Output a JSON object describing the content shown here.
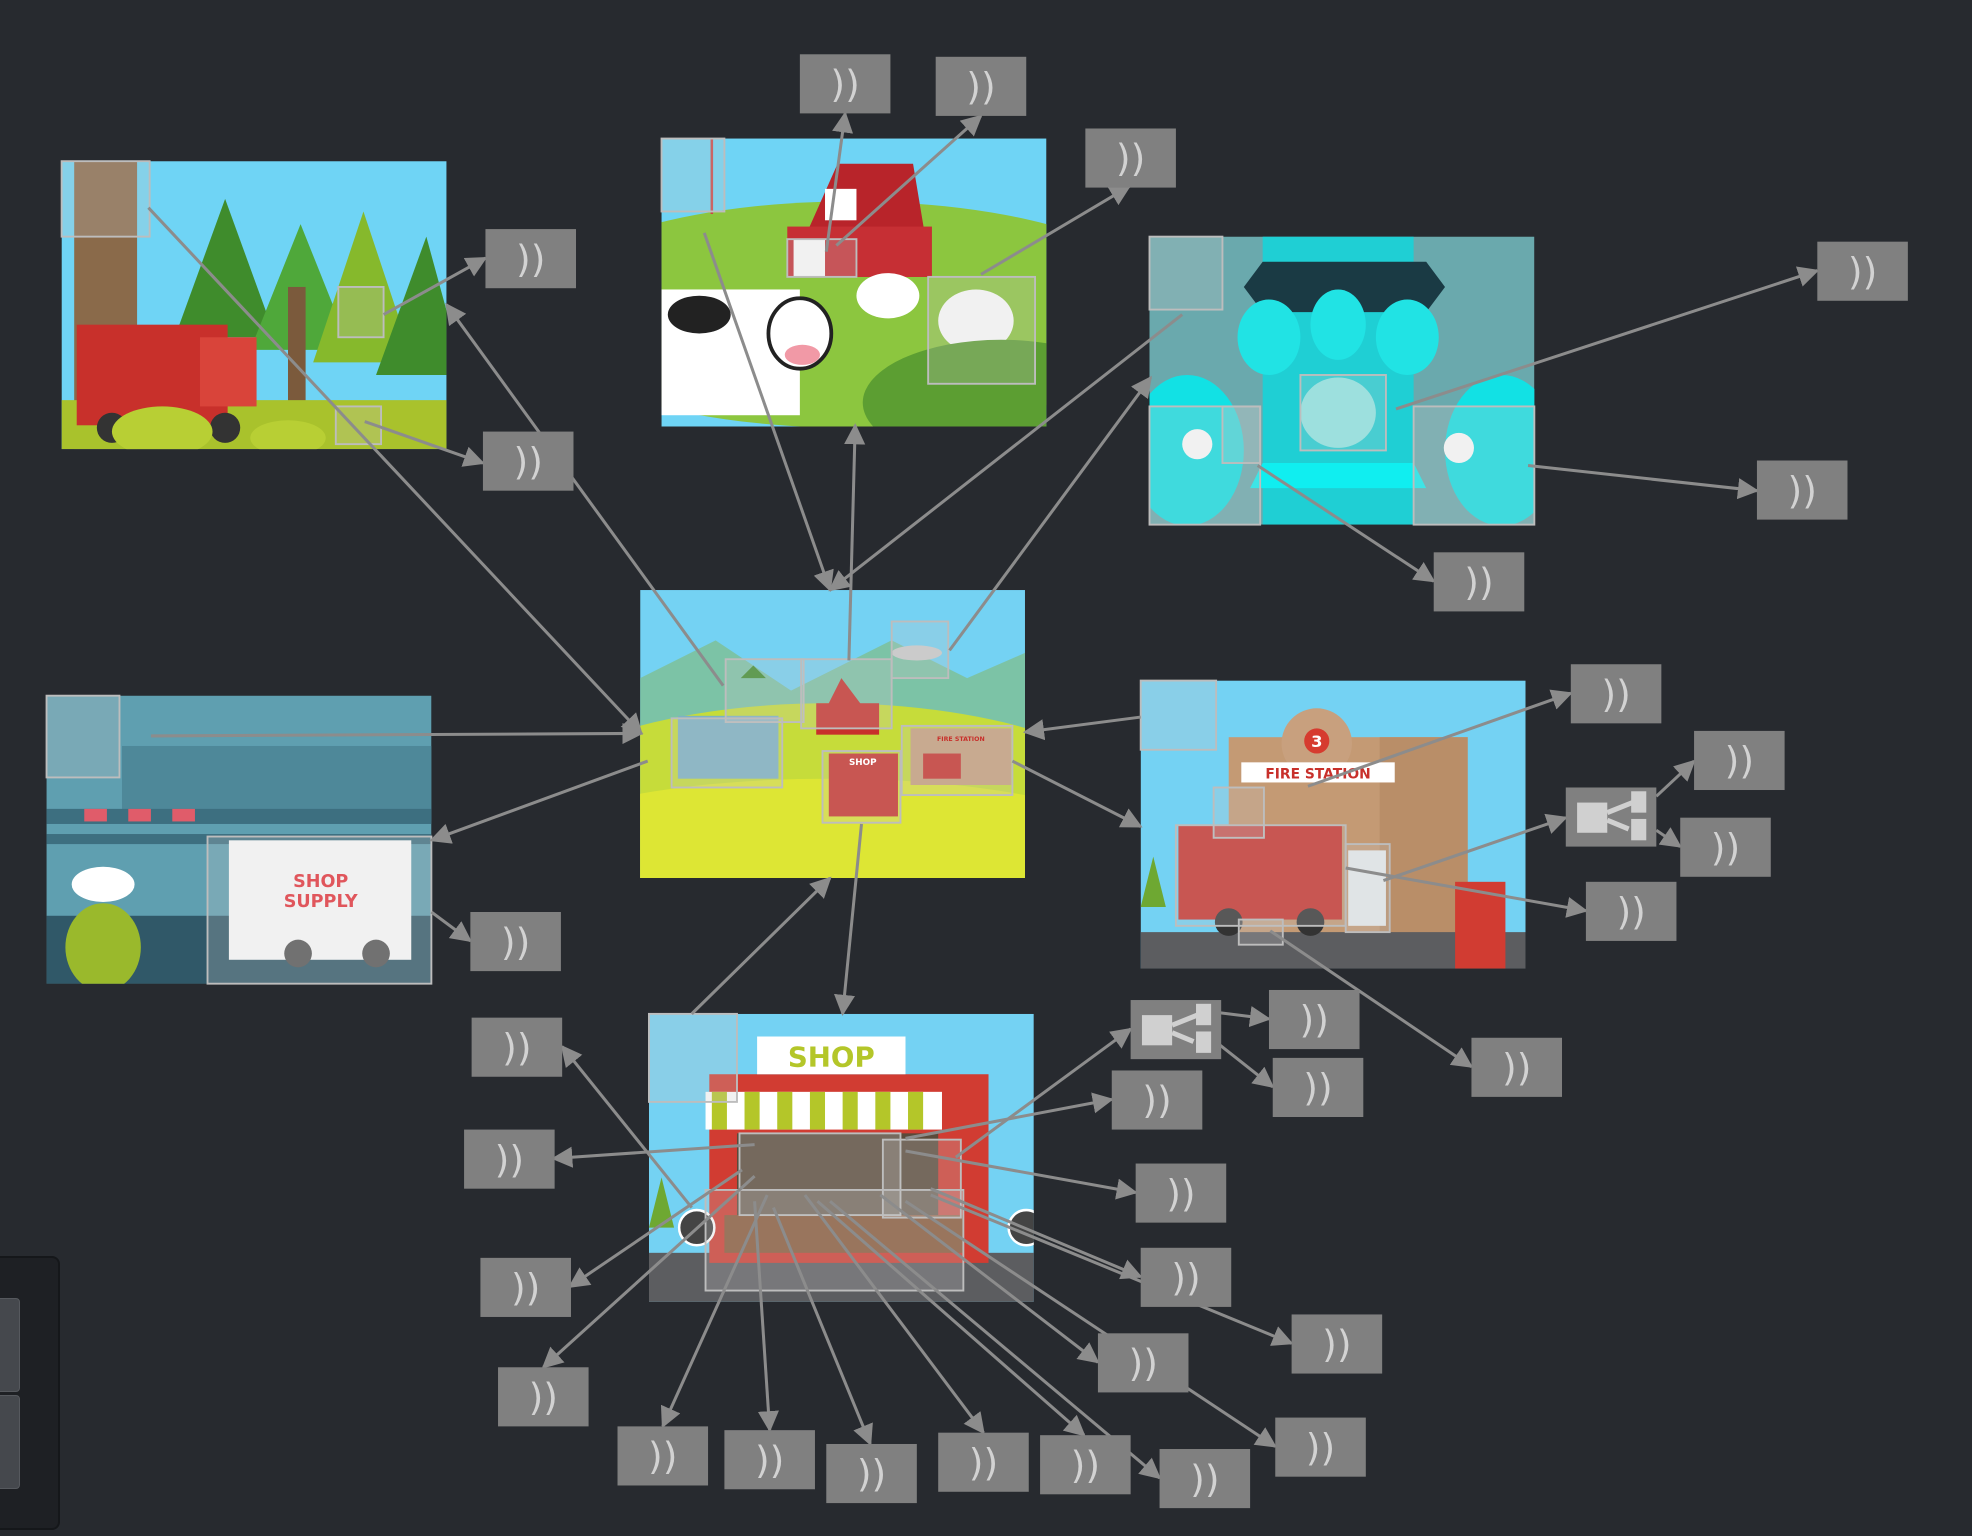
{
  "sound_node_label": "))",
  "sound_node_count": 32,
  "splitter_count": 2,
  "scenes": {
    "forest": {
      "name": "forest"
    },
    "farm": {
      "name": "farm"
    },
    "aliens": {
      "name": "aliens"
    },
    "hub": {
      "name": "hub",
      "shop_sign": "SHOP",
      "fire_station_sign": "FIRE STATION"
    },
    "factory": {
      "name": "factory",
      "truck_label_line1": "SHOP",
      "truck_label_line2": "SUPPLY"
    },
    "fire_station": {
      "name": "fire-station",
      "sign": "FIRE STATION",
      "number": "3"
    },
    "shop": {
      "name": "shop",
      "sign": "SHOP"
    }
  },
  "colors": {
    "background": "#272a2f",
    "node": "#808080",
    "edge": "#8c8c8c"
  }
}
